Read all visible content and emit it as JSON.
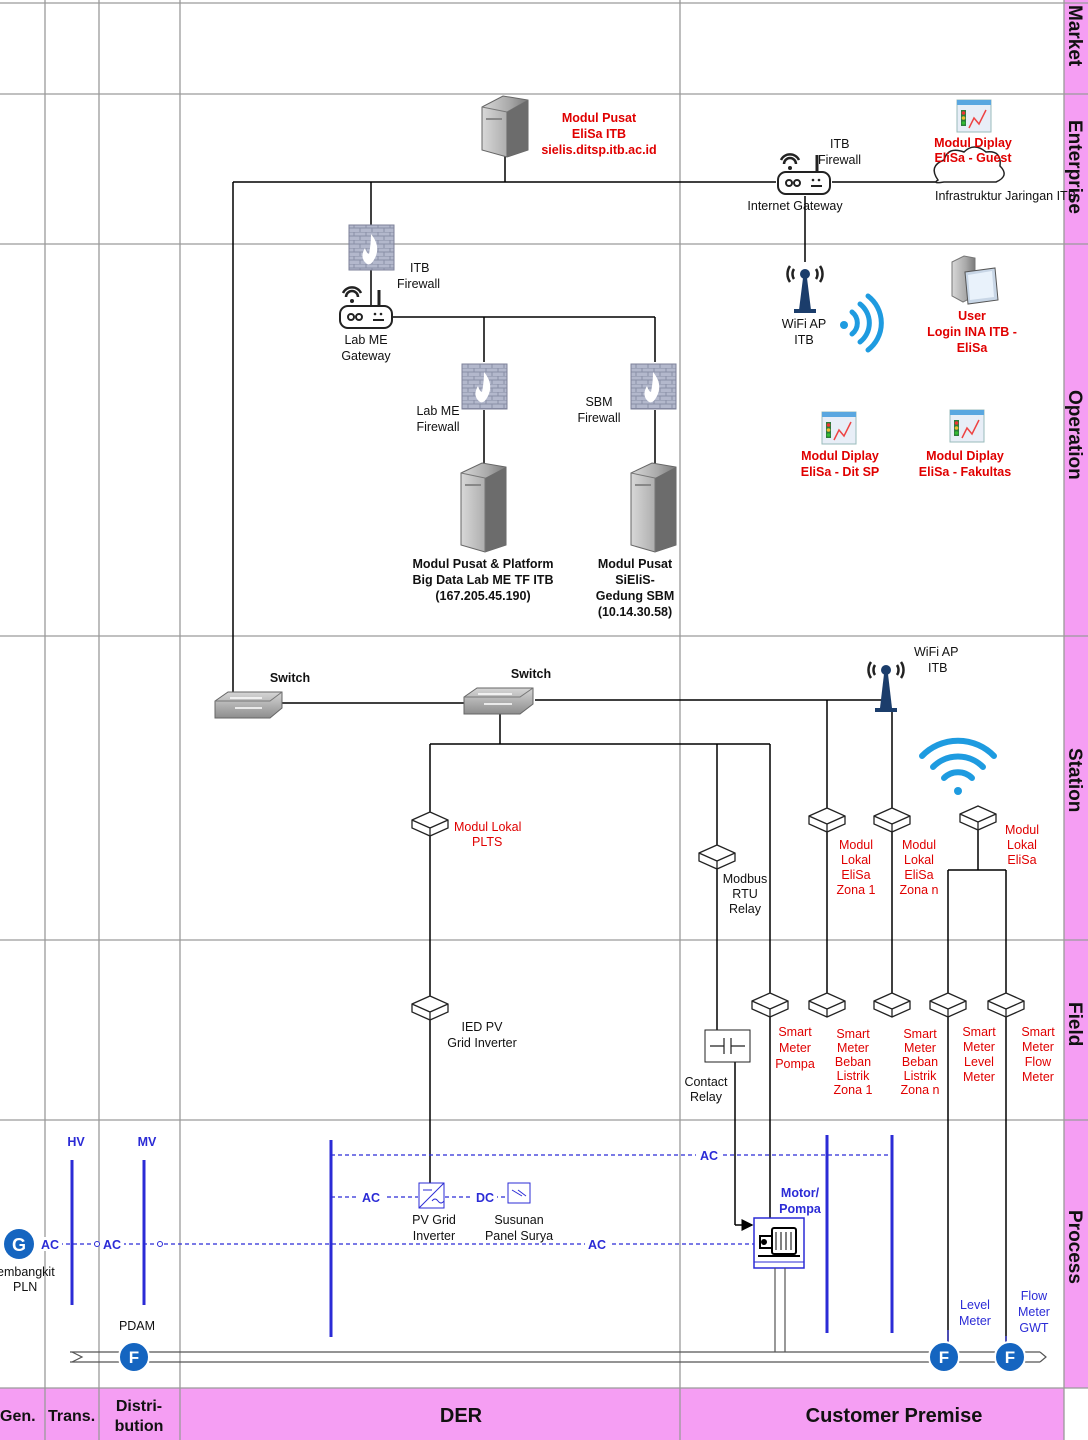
{
  "zones": [
    "Market",
    "Enterprise",
    "Operation",
    "Station",
    "Field",
    "Process"
  ],
  "domains": [
    "Gen.",
    "Trans.",
    "Distri-",
    "bution",
    "DER",
    "Customer Premise"
  ],
  "enterprise": {
    "server": [
      "Modul Pusat",
      "EliSa ITB",
      "sielis.ditsp.itb.ac.id"
    ],
    "itb_firewall": [
      "ITB",
      "Firewall"
    ],
    "internet_gateway": "Internet Gateway",
    "display_guest": [
      "Modul Diplay",
      "EliSa - Guest"
    ],
    "infra": "Infrastruktur Jaringan ITB"
  },
  "operation": {
    "itb_firewall": [
      "ITB",
      "Firewall"
    ],
    "lab_gateway": [
      "Lab ME",
      "Gateway"
    ],
    "lab_firewall": [
      "Lab ME",
      "Firewall"
    ],
    "sbm_firewall": [
      "SBM",
      "Firewall"
    ],
    "wifi_ap": [
      "WiFi AP",
      "ITB"
    ],
    "user_login": [
      "User",
      "Login INA ITB -",
      "EliSa"
    ],
    "display_ditsp": [
      "Modul Diplay",
      "EliSa - Dit SP"
    ],
    "display_fakultas": [
      "Modul Diplay",
      "EliSa - Fakultas"
    ],
    "server_lab": [
      "Modul Pusat & Platform",
      "Big Data Lab ME TF ITB",
      "(167.205.45.190)"
    ],
    "server_sbm": [
      "Modul Pusat",
      "SiEliS-",
      "Gedung SBM",
      "(10.14.30.58)"
    ]
  },
  "station": {
    "switch1": "Switch",
    "switch2": "Switch",
    "wifi_ap": [
      "WiFi AP",
      "ITB"
    ],
    "plts": [
      "Modul Lokal",
      "PLTS"
    ],
    "modbus": [
      "Modbus",
      "RTU",
      "Relay"
    ],
    "zona1": [
      "Modul",
      "Lokal",
      "EliSa",
      "Zona 1"
    ],
    "zonan": [
      "Modul",
      "Lokal",
      "EliSa",
      "Zona n"
    ],
    "elisa": [
      "Modul",
      "Lokal",
      "EliSa"
    ]
  },
  "field": {
    "ied": [
      "IED PV",
      "Grid Inverter"
    ],
    "contact": [
      "Contact",
      "Relay"
    ],
    "sm_pompa": [
      "Smart",
      "Meter",
      "Pompa"
    ],
    "sm_zona1": [
      "Smart",
      "Meter",
      "Beban",
      "Listrik",
      "Zona 1"
    ],
    "sm_zonan": [
      "Smart",
      "Meter",
      "Beban",
      "Listrik",
      "Zona n"
    ],
    "sm_level": [
      "Smart",
      "Meter",
      "Level",
      "Meter"
    ],
    "sm_flow": [
      "Smart",
      "Meter",
      "Flow",
      "Meter"
    ]
  },
  "process": {
    "hv": "HV",
    "mv": "MV",
    "ac": "AC",
    "dc": "DC",
    "pembangkit": [
      "embangkit",
      "PLN"
    ],
    "gen_letter": "G",
    "flow_letter": "F",
    "pdam": "PDAM",
    "pv_inverter": [
      "PV Grid",
      "Inverter"
    ],
    "panel": [
      "Susunan",
      "Panel Surya"
    ],
    "motor": [
      "Motor/",
      "Pompa"
    ],
    "level_meter": [
      "Level",
      "Meter"
    ],
    "flow_meter": [
      "Flow",
      "Meter",
      "GWT"
    ]
  },
  "colors": {
    "band": "#f59ef3",
    "grid": "#9a9a9a",
    "red_text": "#e00000",
    "blue": "#2b2bd6",
    "flow_circle": "#1565c0",
    "wifi": "#1e9be0"
  }
}
